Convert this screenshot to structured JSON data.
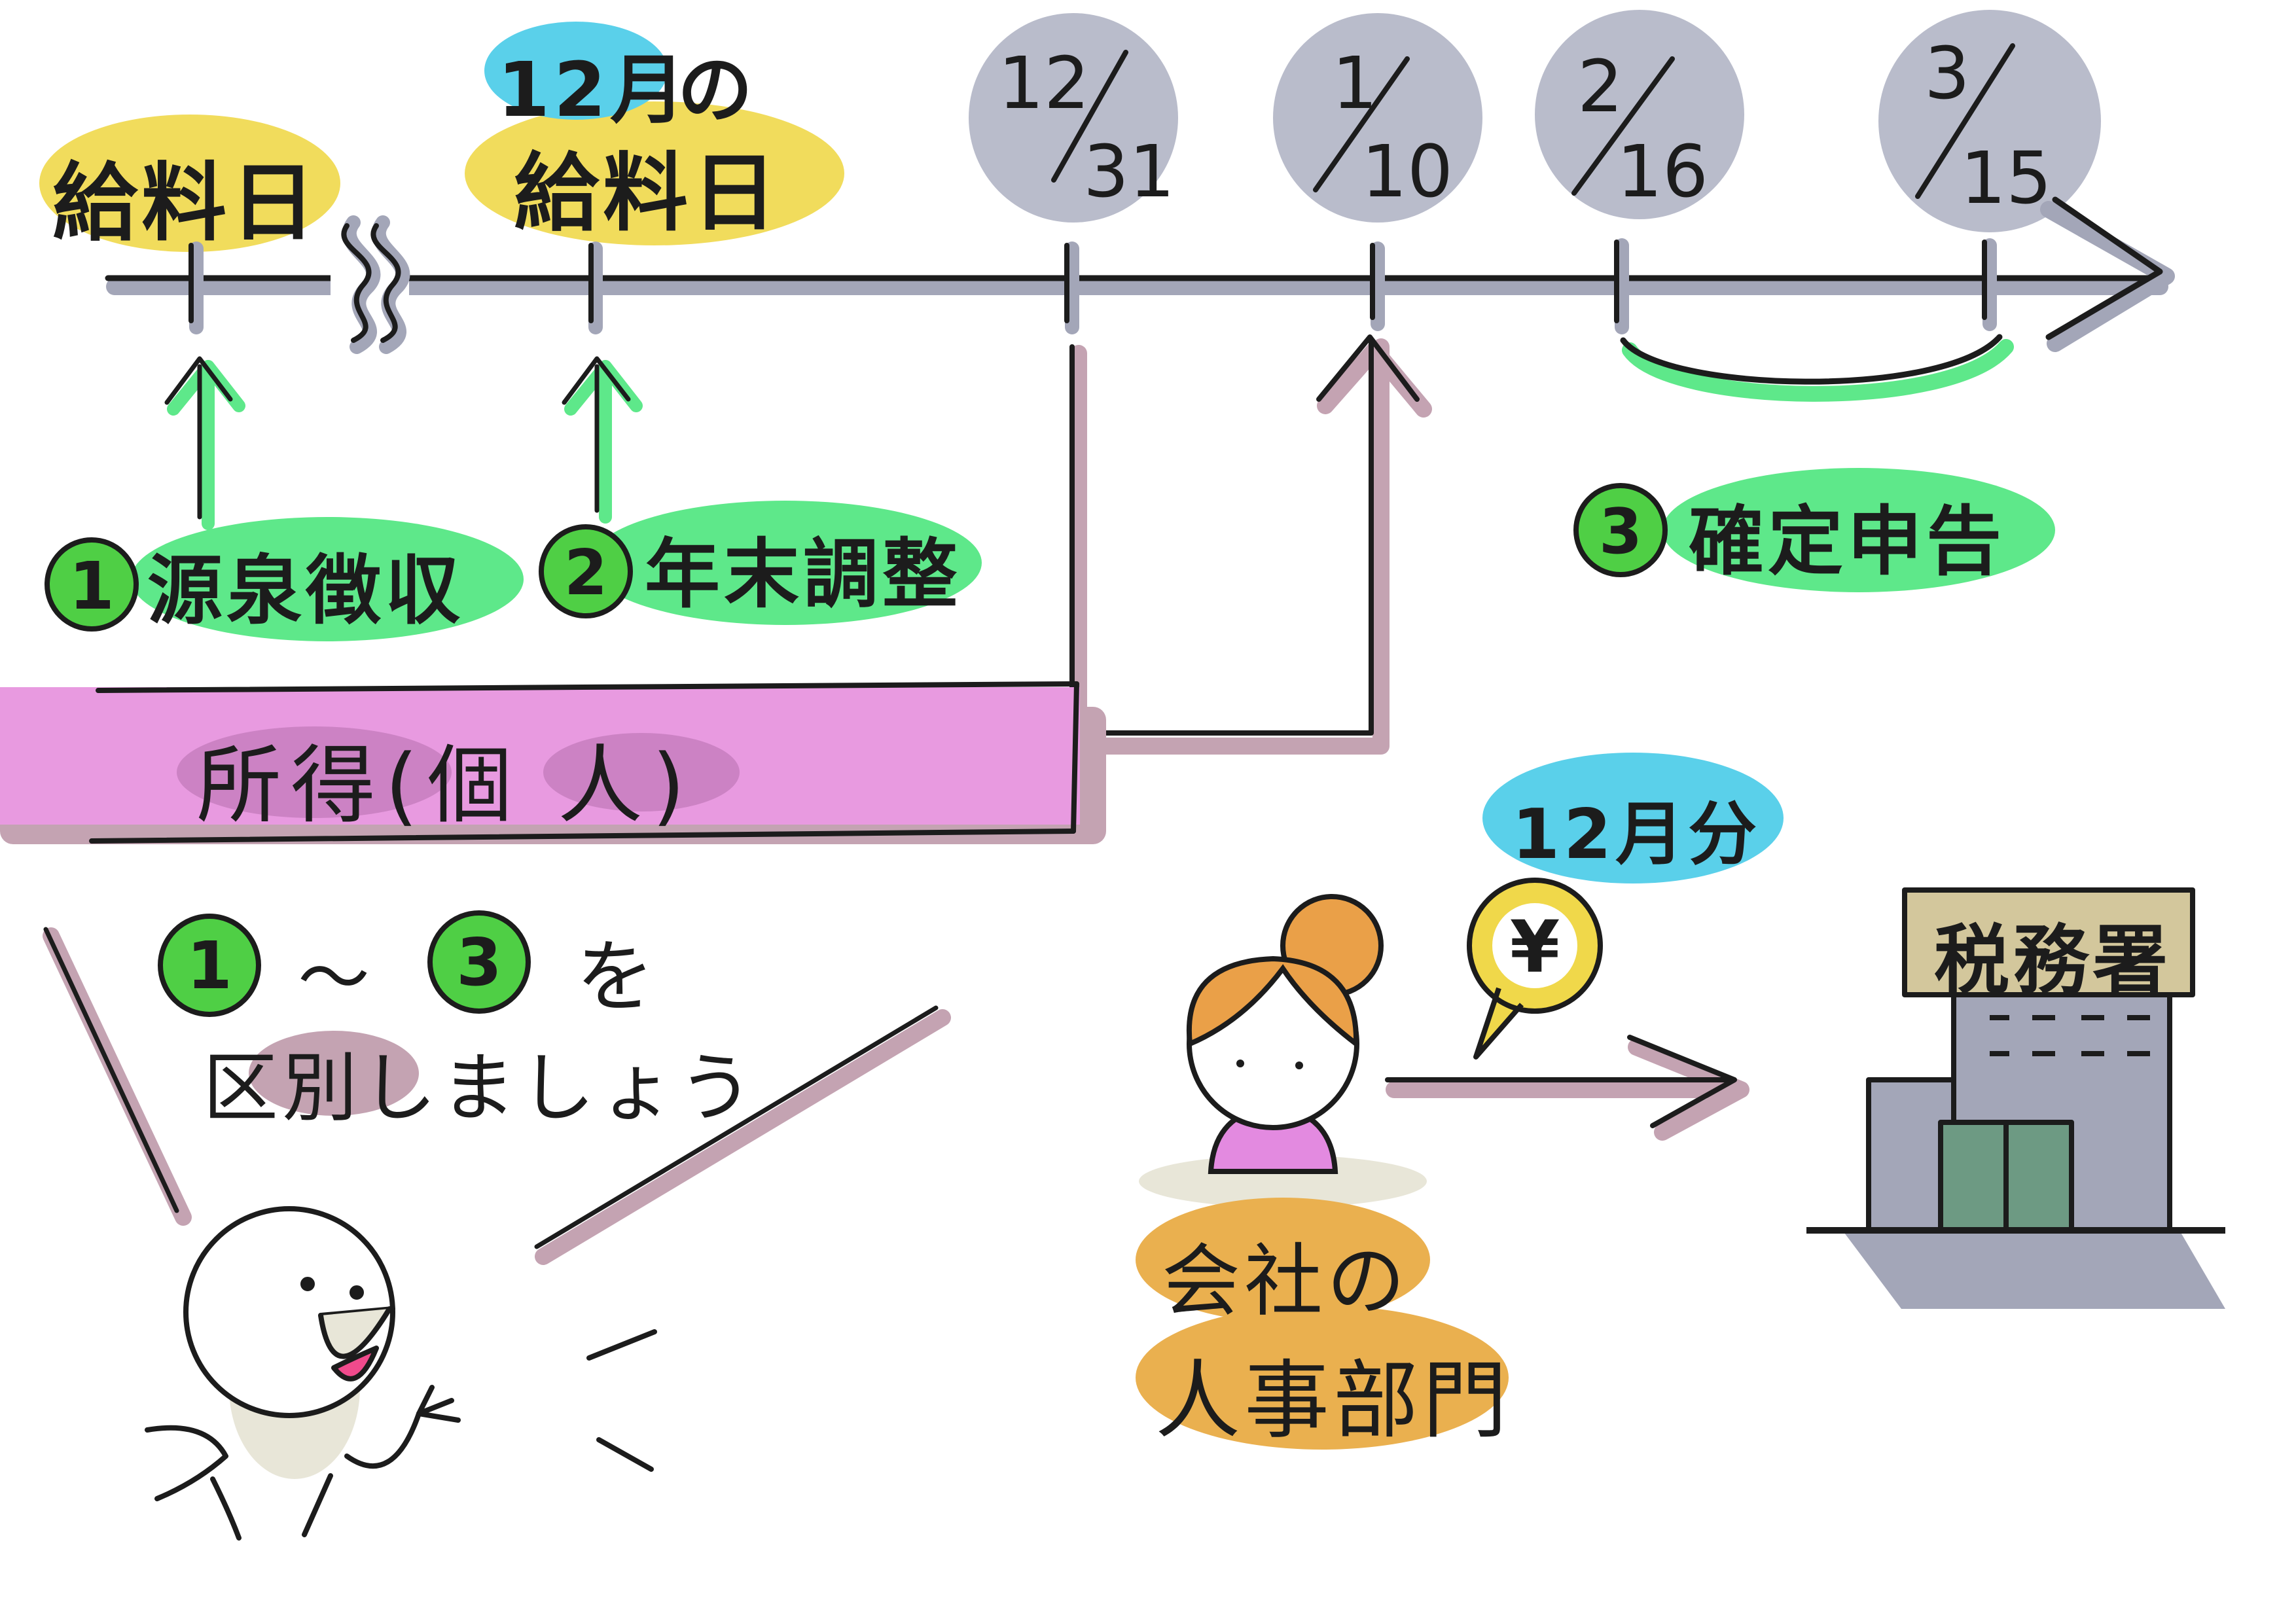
{
  "timeline": {
    "salary_day": "給料日",
    "december": {
      "month": "12月",
      "no": "の",
      "salary_day": "給料日"
    },
    "dates": [
      {
        "top": "12",
        "bottom": "31"
      },
      {
        "top": "1",
        "bottom": "10"
      },
      {
        "top": "2",
        "bottom": "16"
      },
      {
        "top": "3",
        "bottom": "15"
      }
    ]
  },
  "steps": [
    {
      "number": "1",
      "label": "源泉徴収"
    },
    {
      "number": "2",
      "label": "年末調整"
    },
    {
      "number": "3",
      "label": "確定申告"
    }
  ],
  "income_bar": {
    "label": "所得(個 人)"
  },
  "advice": {
    "start_number": "1",
    "tilde": "〜",
    "end_number": "3",
    "particle": "を",
    "line2": "区別しましょう"
  },
  "company": {
    "amount_label": "12月分",
    "yen_symbol": "¥",
    "dept_line1": "会社の",
    "dept_line2": "人事部門",
    "tax_office": "税務署"
  },
  "colors": {
    "yellow_highlight": "#f0d84a",
    "green_highlight": "#5ee88a",
    "green_circle": "#4fcf45",
    "gray_circle": "#b9bccb",
    "pink_bar": "#e89ae0",
    "mauve_shadow": "#c4a3b2",
    "cyan_bubble": "#5ad0ea",
    "orange_highlight": "#eab04f",
    "building_gray": "#a3a6b8",
    "door_green": "#6d9a83"
  }
}
